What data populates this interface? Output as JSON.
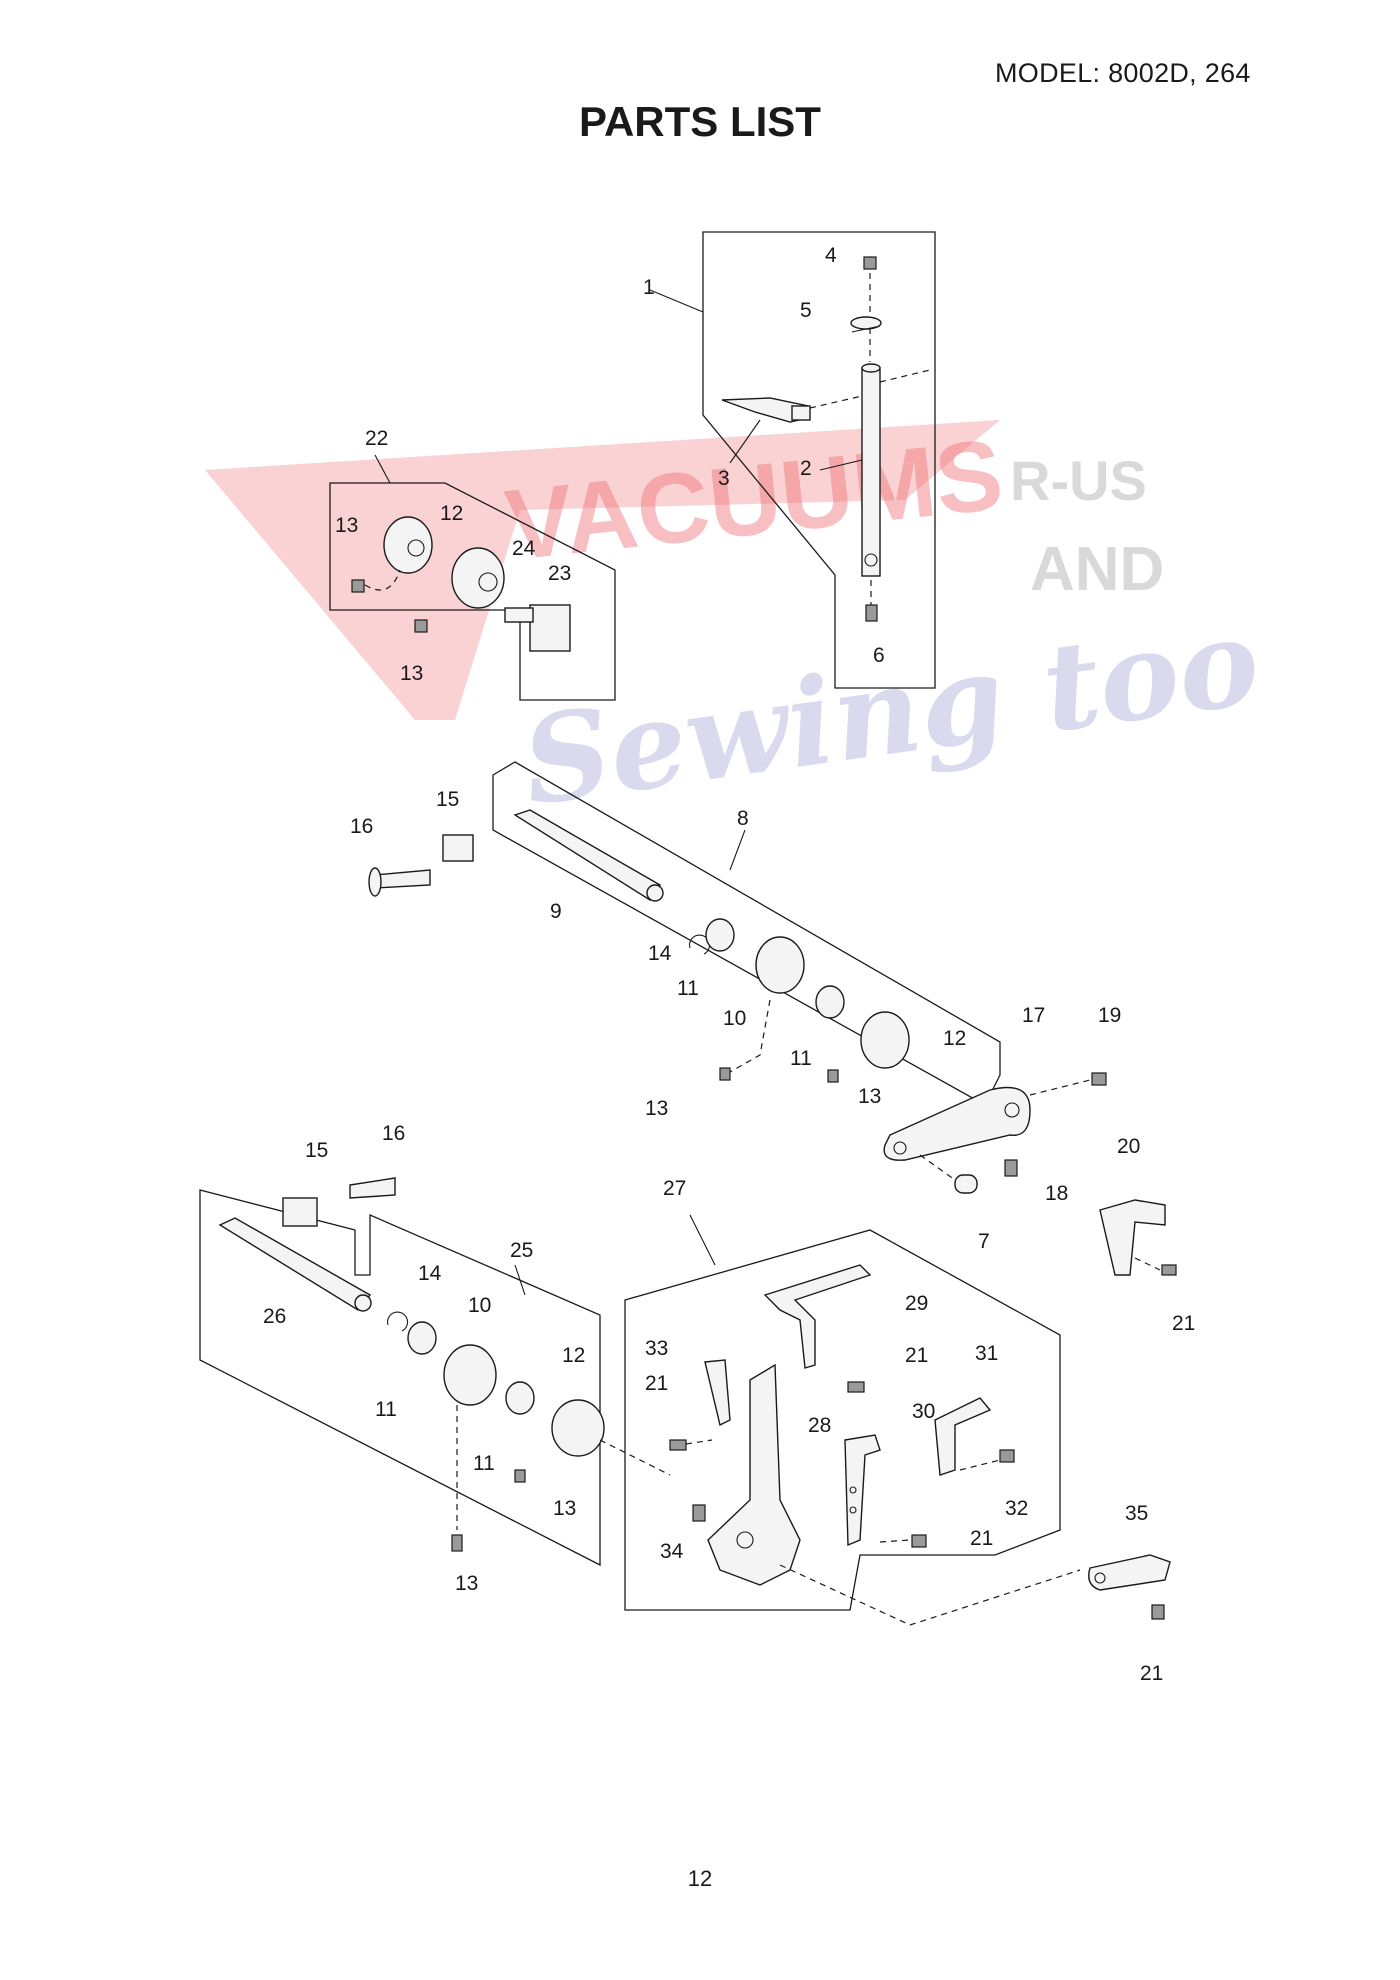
{
  "header": {
    "model": "MODEL: 8002D, 264",
    "title": "PARTS LIST"
  },
  "watermark": {
    "line1": "VACUUMS",
    "line2": "R-US",
    "line3": "AND",
    "line4": "Sewing too",
    "color_red": "#e8434a",
    "color_gray": "#9a9a9a",
    "color_blue": "#8f93c9"
  },
  "callouts": [
    "1",
    "2",
    "3",
    "4",
    "5",
    "6",
    "22",
    "12",
    "13",
    "24",
    "23",
    "13",
    "8",
    "15",
    "16",
    "9",
    "14",
    "11",
    "10",
    "11",
    "12",
    "13",
    "13",
    "17",
    "19",
    "18",
    "7",
    "20",
    "21",
    "15",
    "16",
    "25",
    "26",
    "14",
    "10",
    "11",
    "12",
    "11",
    "13",
    "13",
    "27",
    "29",
    "21",
    "33",
    "21",
    "31",
    "30",
    "28",
    "32",
    "21",
    "34",
    "35",
    "21"
  ],
  "footer": {
    "page_number": "12"
  }
}
